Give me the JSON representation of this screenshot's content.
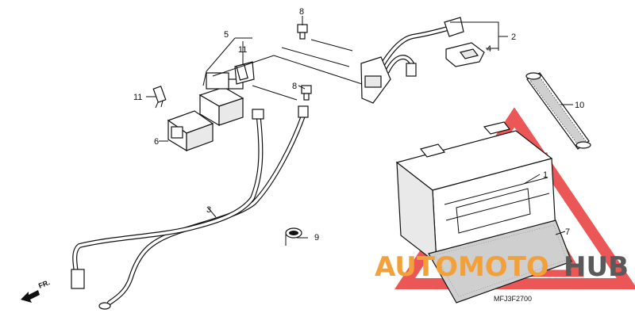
{
  "diagram": {
    "code": "MFJ3F2700",
    "direction": "FR.",
    "callouts": [
      {
        "id": "c1",
        "text": "1"
      },
      {
        "id": "c2",
        "text": "2"
      },
      {
        "id": "c3",
        "text": "3"
      },
      {
        "id": "c4",
        "text": "4"
      },
      {
        "id": "c5",
        "text": "5"
      },
      {
        "id": "c6",
        "text": "6"
      },
      {
        "id": "c7",
        "text": "7"
      },
      {
        "id": "c8a",
        "text": "8"
      },
      {
        "id": "c8b",
        "text": "8"
      },
      {
        "id": "c9",
        "text": "9"
      },
      {
        "id": "c10",
        "text": "10"
      },
      {
        "id": "c11a",
        "text": "11"
      },
      {
        "id": "c11b",
        "text": "11"
      }
    ]
  },
  "watermark": {
    "part1": "AUTOMOTO",
    "part2": "HUB",
    "color_orange": "#f2a13a",
    "color_gray": "#5a5a5a",
    "color_red": "#e8393a"
  }
}
